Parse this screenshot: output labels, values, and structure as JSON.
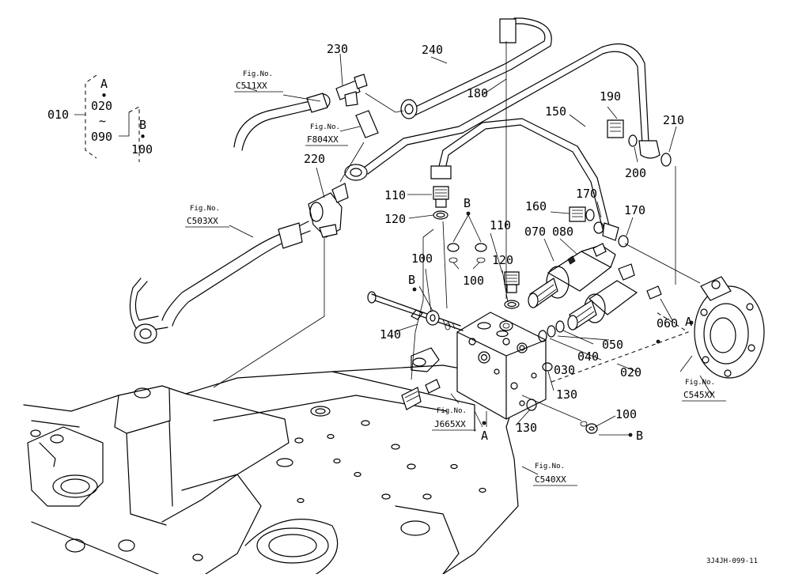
{
  "callouts": {
    "p010": "010",
    "p020": "020",
    "p030": "030",
    "p040": "040",
    "p050": "050",
    "p060": "060",
    "p070": "070",
    "p080": "080",
    "p090": "090",
    "p100a": "100",
    "p100b": "100",
    "p100c": "100",
    "p100d": "100",
    "p110a": "110",
    "p110b": "110",
    "p120a": "120",
    "p120b": "120",
    "p130a": "130",
    "p130b": "130",
    "p140": "140",
    "p150": "150",
    "p160": "160",
    "p170a": "170",
    "p170b": "170",
    "p180": "180",
    "p190": "190",
    "p200": "200",
    "p210": "210",
    "p220": "220",
    "p230": "230",
    "p240": "240"
  },
  "legend": {
    "a": "A",
    "b": "B",
    "tilde": "~",
    "dot": "•",
    "from": "020",
    "to": "090",
    "b_range": "100"
  },
  "markers": {
    "a1": "A",
    "a2": "A",
    "b1": "B",
    "b2": "B",
    "b3": "B"
  },
  "fig_refs": {
    "c511": {
      "label": "Fig.No.",
      "code": "C511XX"
    },
    "f804": {
      "label": "Fig.No.",
      "code": "F804XX"
    },
    "c503": {
      "label": "Fig.No.",
      "code": "C503XX"
    },
    "j665": {
      "label": "Fig.No.",
      "code": "J665XX"
    },
    "c540": {
      "label": "Fig.No.",
      "code": "C540XX"
    },
    "c545": {
      "label": "Fig.No.",
      "code": "C545XX"
    }
  },
  "drawing_code": "3J4JH-099-11"
}
